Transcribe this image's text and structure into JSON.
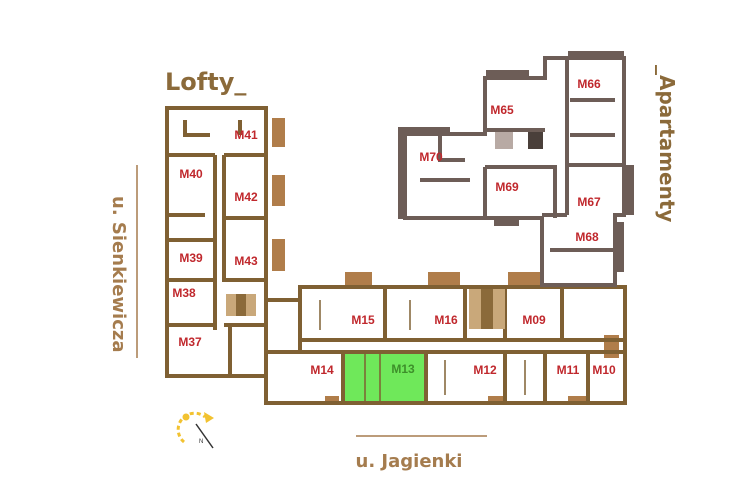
{
  "headings": {
    "lofts": "Lofty_",
    "apartments": "_Apartamenty"
  },
  "streets": {
    "west": "u. Sienkiewicza",
    "south": "u. Jagienki"
  },
  "compass": {
    "north_label": "N"
  },
  "colors": {
    "wall_lofts": "#7f6033",
    "wall_apartments": "#6d5d57",
    "label": "#c0282d",
    "selected_fill": "#6fe85a",
    "balcony": "#b07d4a",
    "heading": "#8b6a3a"
  },
  "selected_unit": "M13",
  "units": [
    {
      "id": "M41",
      "label": "M41"
    },
    {
      "id": "M40",
      "label": "M40"
    },
    {
      "id": "M42",
      "label": "M42"
    },
    {
      "id": "M39",
      "label": "M39"
    },
    {
      "id": "M43",
      "label": "M43"
    },
    {
      "id": "M38",
      "label": "M38"
    },
    {
      "id": "M37",
      "label": "M37"
    },
    {
      "id": "M15",
      "label": "M15"
    },
    {
      "id": "M16",
      "label": "M16"
    },
    {
      "id": "M09",
      "label": "M09"
    },
    {
      "id": "M14",
      "label": "M14"
    },
    {
      "id": "M13",
      "label": "M13"
    },
    {
      "id": "M12",
      "label": "M12"
    },
    {
      "id": "M11",
      "label": "M11"
    },
    {
      "id": "M10",
      "label": "M10"
    },
    {
      "id": "M65",
      "label": "M65"
    },
    {
      "id": "M66",
      "label": "M66"
    },
    {
      "id": "M70",
      "label": "M70"
    },
    {
      "id": "M69",
      "label": "M69"
    },
    {
      "id": "M67",
      "label": "M67"
    },
    {
      "id": "M68",
      "label": "M68"
    }
  ]
}
